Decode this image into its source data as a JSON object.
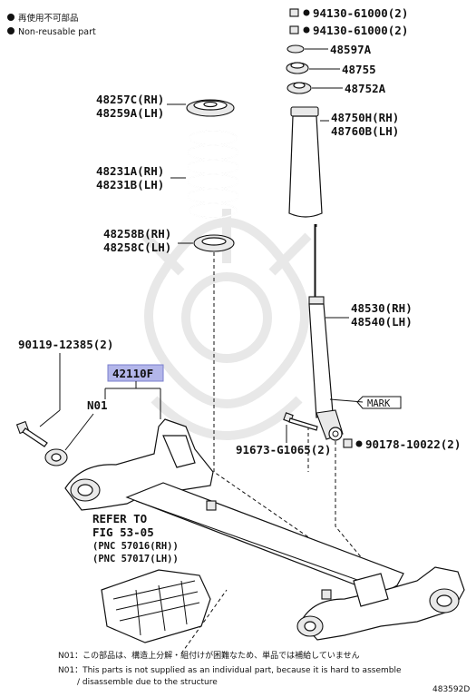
{
  "legend": {
    "reuse_mark": "●",
    "jp": "再使用不可部品",
    "en": "Non-reusable part"
  },
  "labels": {
    "nut1": "94130-61000(2)",
    "nut2": "94130-61000(2)",
    "p48597A": "48597A",
    "p48755": "48755",
    "p48752A": "48752A",
    "spring_seat_upper_rh": "48257C(RH)",
    "spring_seat_upper_lh": "48259A(LH)",
    "bound_stopper_rh": "48750H(RH)",
    "bound_stopper_lh": "48760B(LH)",
    "coil_spring_rh": "48231A(RH)",
    "coil_spring_lh": "48231B(LH)",
    "spring_seat_lower_rh": "48258B(RH)",
    "spring_seat_lower_lh": "48258C(LH)",
    "absorber_rh": "48530(RH)",
    "absorber_lh": "48540(LH)",
    "bolt_front": "90119-12385(2)",
    "axle_beam": "42110F",
    "n01": "N01",
    "mark": "MARK",
    "bolt_lower": "91673-G1065(2)",
    "nut_lower": "90178-10022(2)",
    "refer_to": "REFER TO",
    "fig": "FIG 53-05",
    "pnc_rh": "(PNC 57016(RH))",
    "pnc_lh": "(PNC 57017(LH))"
  },
  "notes": {
    "jp": "N01：この部品は、構造上分解・組付けが困難なため、単品では補給していません",
    "en1": "N01：This parts is not supplied as an individual part, because it is hard to assemble",
    "en2": "/ disassemble due to the structure"
  },
  "figure_id": "483592D",
  "colors": {
    "highlight": "#b3b6ea",
    "ink": "#111111"
  }
}
